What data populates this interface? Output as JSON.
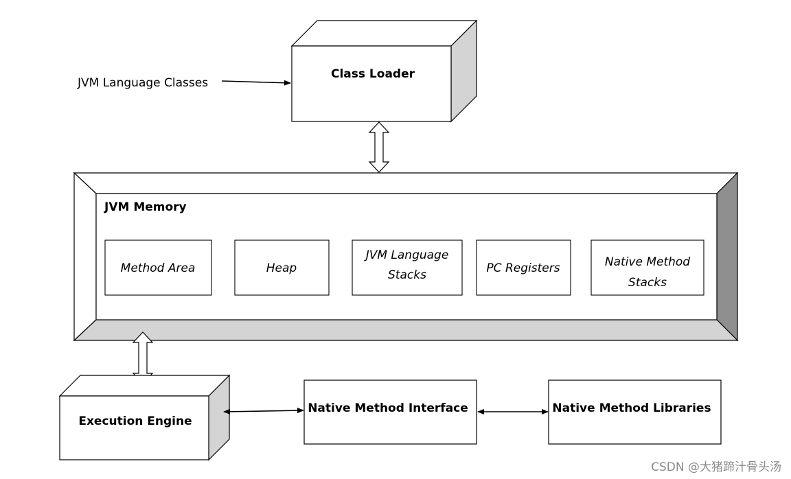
{
  "input_label": "JVM Language Classes",
  "class_loader": {
    "label": "Class Loader"
  },
  "jvm_memory": {
    "title": "JVM Memory",
    "areas": [
      {
        "lines": [
          "Method Area"
        ]
      },
      {
        "lines": [
          "Heap"
        ]
      },
      {
        "lines": [
          "JVM Language",
          "Stacks"
        ]
      },
      {
        "lines": [
          "PC Registers"
        ]
      },
      {
        "lines": [
          "Native Method",
          "Stacks"
        ]
      }
    ]
  },
  "execution_engine": {
    "label": "Execution Engine"
  },
  "native_interface": {
    "label": "Native Method Interface"
  },
  "native_libraries": {
    "label": "Native Method Libraries"
  },
  "watermark": "CSDN @大猪蹄汁骨头汤",
  "colors": {
    "shade_light": "#d4d4d4",
    "shade_dark": "#8f8f8f",
    "stroke": "#000000"
  }
}
